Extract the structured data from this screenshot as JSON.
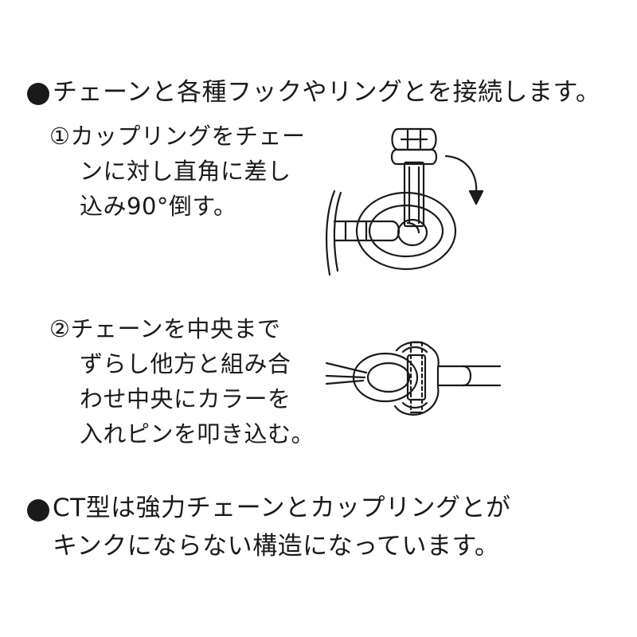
{
  "section1": {
    "text": "チェーンと各種フックやリングとを接続します。"
  },
  "step1": {
    "lines": [
      "①カップリングをチェー",
      "ンに対し直角に差し",
      "込み90°倒す。"
    ]
  },
  "step2": {
    "lines": [
      "②チェーンを中央まで",
      "ずらし他方と組み合",
      "わせ中央にカラーを",
      "入れピンを叩き込む。"
    ]
  },
  "section2": {
    "lines": [
      "CT型は強力チェーンとカップリングとが",
      "キンクにならない構造になっています。"
    ]
  },
  "colors": {
    "ink": "#1a1a1a",
    "background": "#ffffff"
  }
}
